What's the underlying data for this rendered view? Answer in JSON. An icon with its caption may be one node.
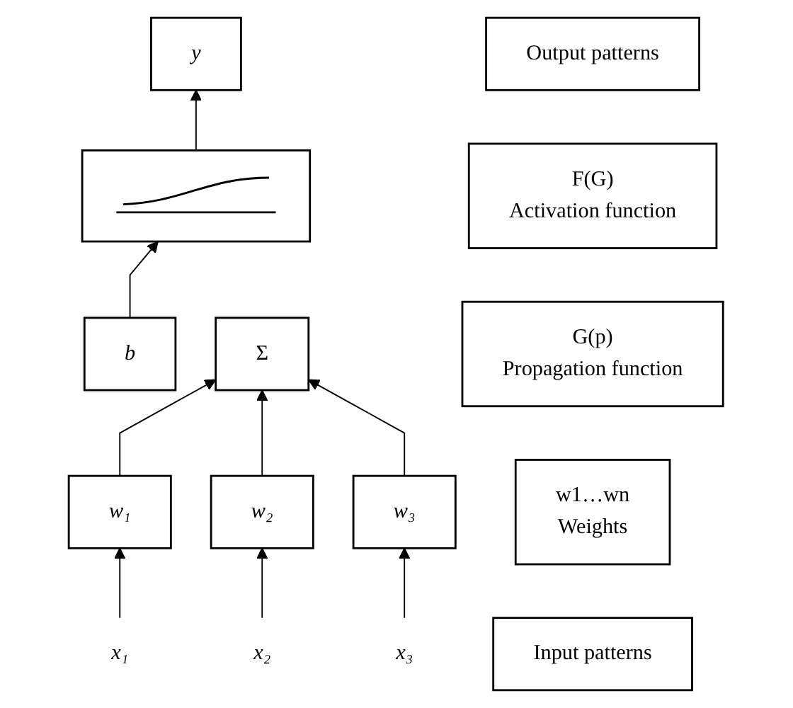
{
  "diagram": {
    "nodes": [
      {
        "text": [
          "y"
        ]
      },
      {
        "text": [
          "Output patterns"
        ]
      },
      {
        "text": [],
        "shape": "picture"
      },
      {
        "text": [
          "F(G)",
          "Activation function"
        ]
      },
      {
        "text": [
          "b"
        ]
      },
      {
        "text": [
          "Σ"
        ]
      },
      {
        "text": [
          "G(p)",
          "Propagation function"
        ]
      },
      {
        "text": [
          "w₁"
        ]
      },
      {
        "text": [
          "w₂"
        ]
      },
      {
        "text": [
          "w₃"
        ]
      },
      {
        "text": [
          "w1…wn",
          "Weights"
        ]
      },
      {
        "text": [
          "x₁"
        ]
      },
      {
        "text": [
          "x₂"
        ]
      },
      {
        "text": [
          "x₃"
        ]
      },
      {
        "text": [
          "Input patterns"
        ]
      }
    ],
    "edges": [
      {
        "from": 2,
        "to": 0,
        "arrow": "to"
      },
      {
        "from": 4,
        "to": 2,
        "arrow": "to"
      },
      {
        "from": 7,
        "to": 5,
        "arrow": "to"
      },
      {
        "from": 8,
        "to": 5,
        "arrow": "to"
      },
      {
        "from": 9,
        "to": 5,
        "arrow": "to"
      },
      {
        "from": 11,
        "to": 7,
        "arrow": "to"
      },
      {
        "from": 12,
        "to": 8,
        "arrow": "to"
      },
      {
        "from": 13,
        "to": 9,
        "arrow": "to"
      }
    ]
  }
}
